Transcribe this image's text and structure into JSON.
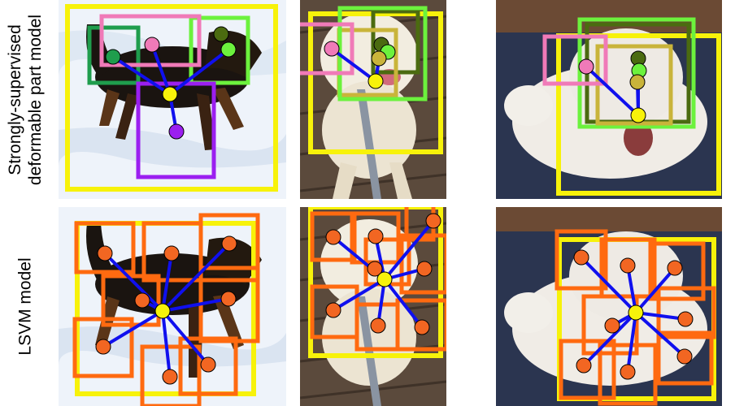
{
  "row_labels": [
    "Strongly-supervised\ndeformable part model",
    "LSVM model"
  ],
  "colors": {
    "yellow": "#f7f20a",
    "blue": "#1010ee",
    "orange": "#ff6a10",
    "dot_orange": "#f26622",
    "pink": "#f07ab8",
    "dark_green": "#1f9d4d",
    "light_green": "#6cf23d",
    "olive": "#4b6b10",
    "purple": "#9b1ff0",
    "khaki": "#c9b43a",
    "snow": "#eef3fa",
    "wood": "#5b4a3c",
    "blanket": "#2b3550"
  },
  "panels": [
    {
      "id": "dpm-snow-dog",
      "scene": "snow",
      "model": "dpm"
    },
    {
      "id": "dpm-white-dog",
      "scene": "wood",
      "model": "dpm"
    },
    {
      "id": "dpm-fluffy-dog",
      "scene": "blanket",
      "model": "dpm"
    },
    {
      "id": "lsvm-snow-dog",
      "scene": "snow",
      "model": "lsvm"
    },
    {
      "id": "lsvm-white-dog",
      "scene": "wood",
      "model": "lsvm"
    },
    {
      "id": "lsvm-fluffy-dog",
      "scene": "blanket",
      "model": "lsvm"
    }
  ]
}
